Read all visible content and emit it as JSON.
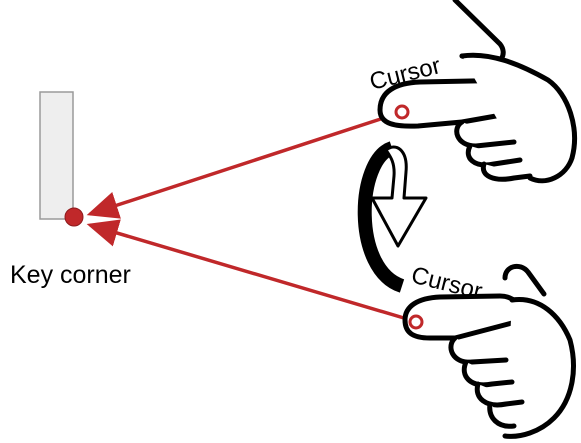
{
  "labels": {
    "key_corner": "Key corner",
    "cursor_top": "Cursor",
    "cursor_bottom": "Cursor"
  },
  "colors": {
    "arrow": "#c0282a",
    "corner_dot": "#c0282a",
    "bar_fill": "#eeeeee",
    "bar_stroke": "#9a9a9a",
    "hand_fill": "#ffffff",
    "hand_stroke": "#000000"
  },
  "icons": {
    "top_hand": "pointing-hand-icon",
    "bottom_hand": "pointing-hand-icon",
    "rotation": "clockwise-rotation-icon"
  }
}
